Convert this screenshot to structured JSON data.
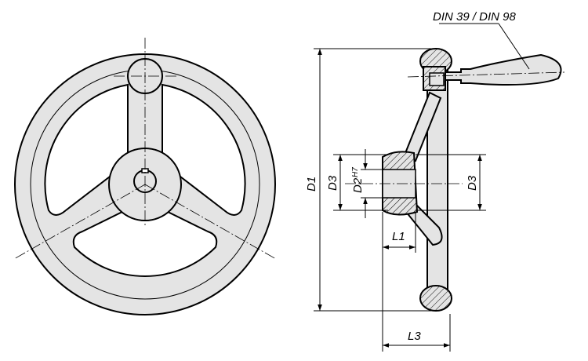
{
  "title": "Handwheel with revolving handle - technical drawing",
  "labels": {
    "handle_standard": "DIN 39 / DIN 98",
    "d1": "D1",
    "d3_left": "D3",
    "d2": "D2",
    "d2_tolerance": "H7",
    "d3_right": "D3",
    "l1": "L1",
    "l3": "L3"
  },
  "colors": {
    "fill": "#e4e4e4",
    "line": "#000000"
  }
}
